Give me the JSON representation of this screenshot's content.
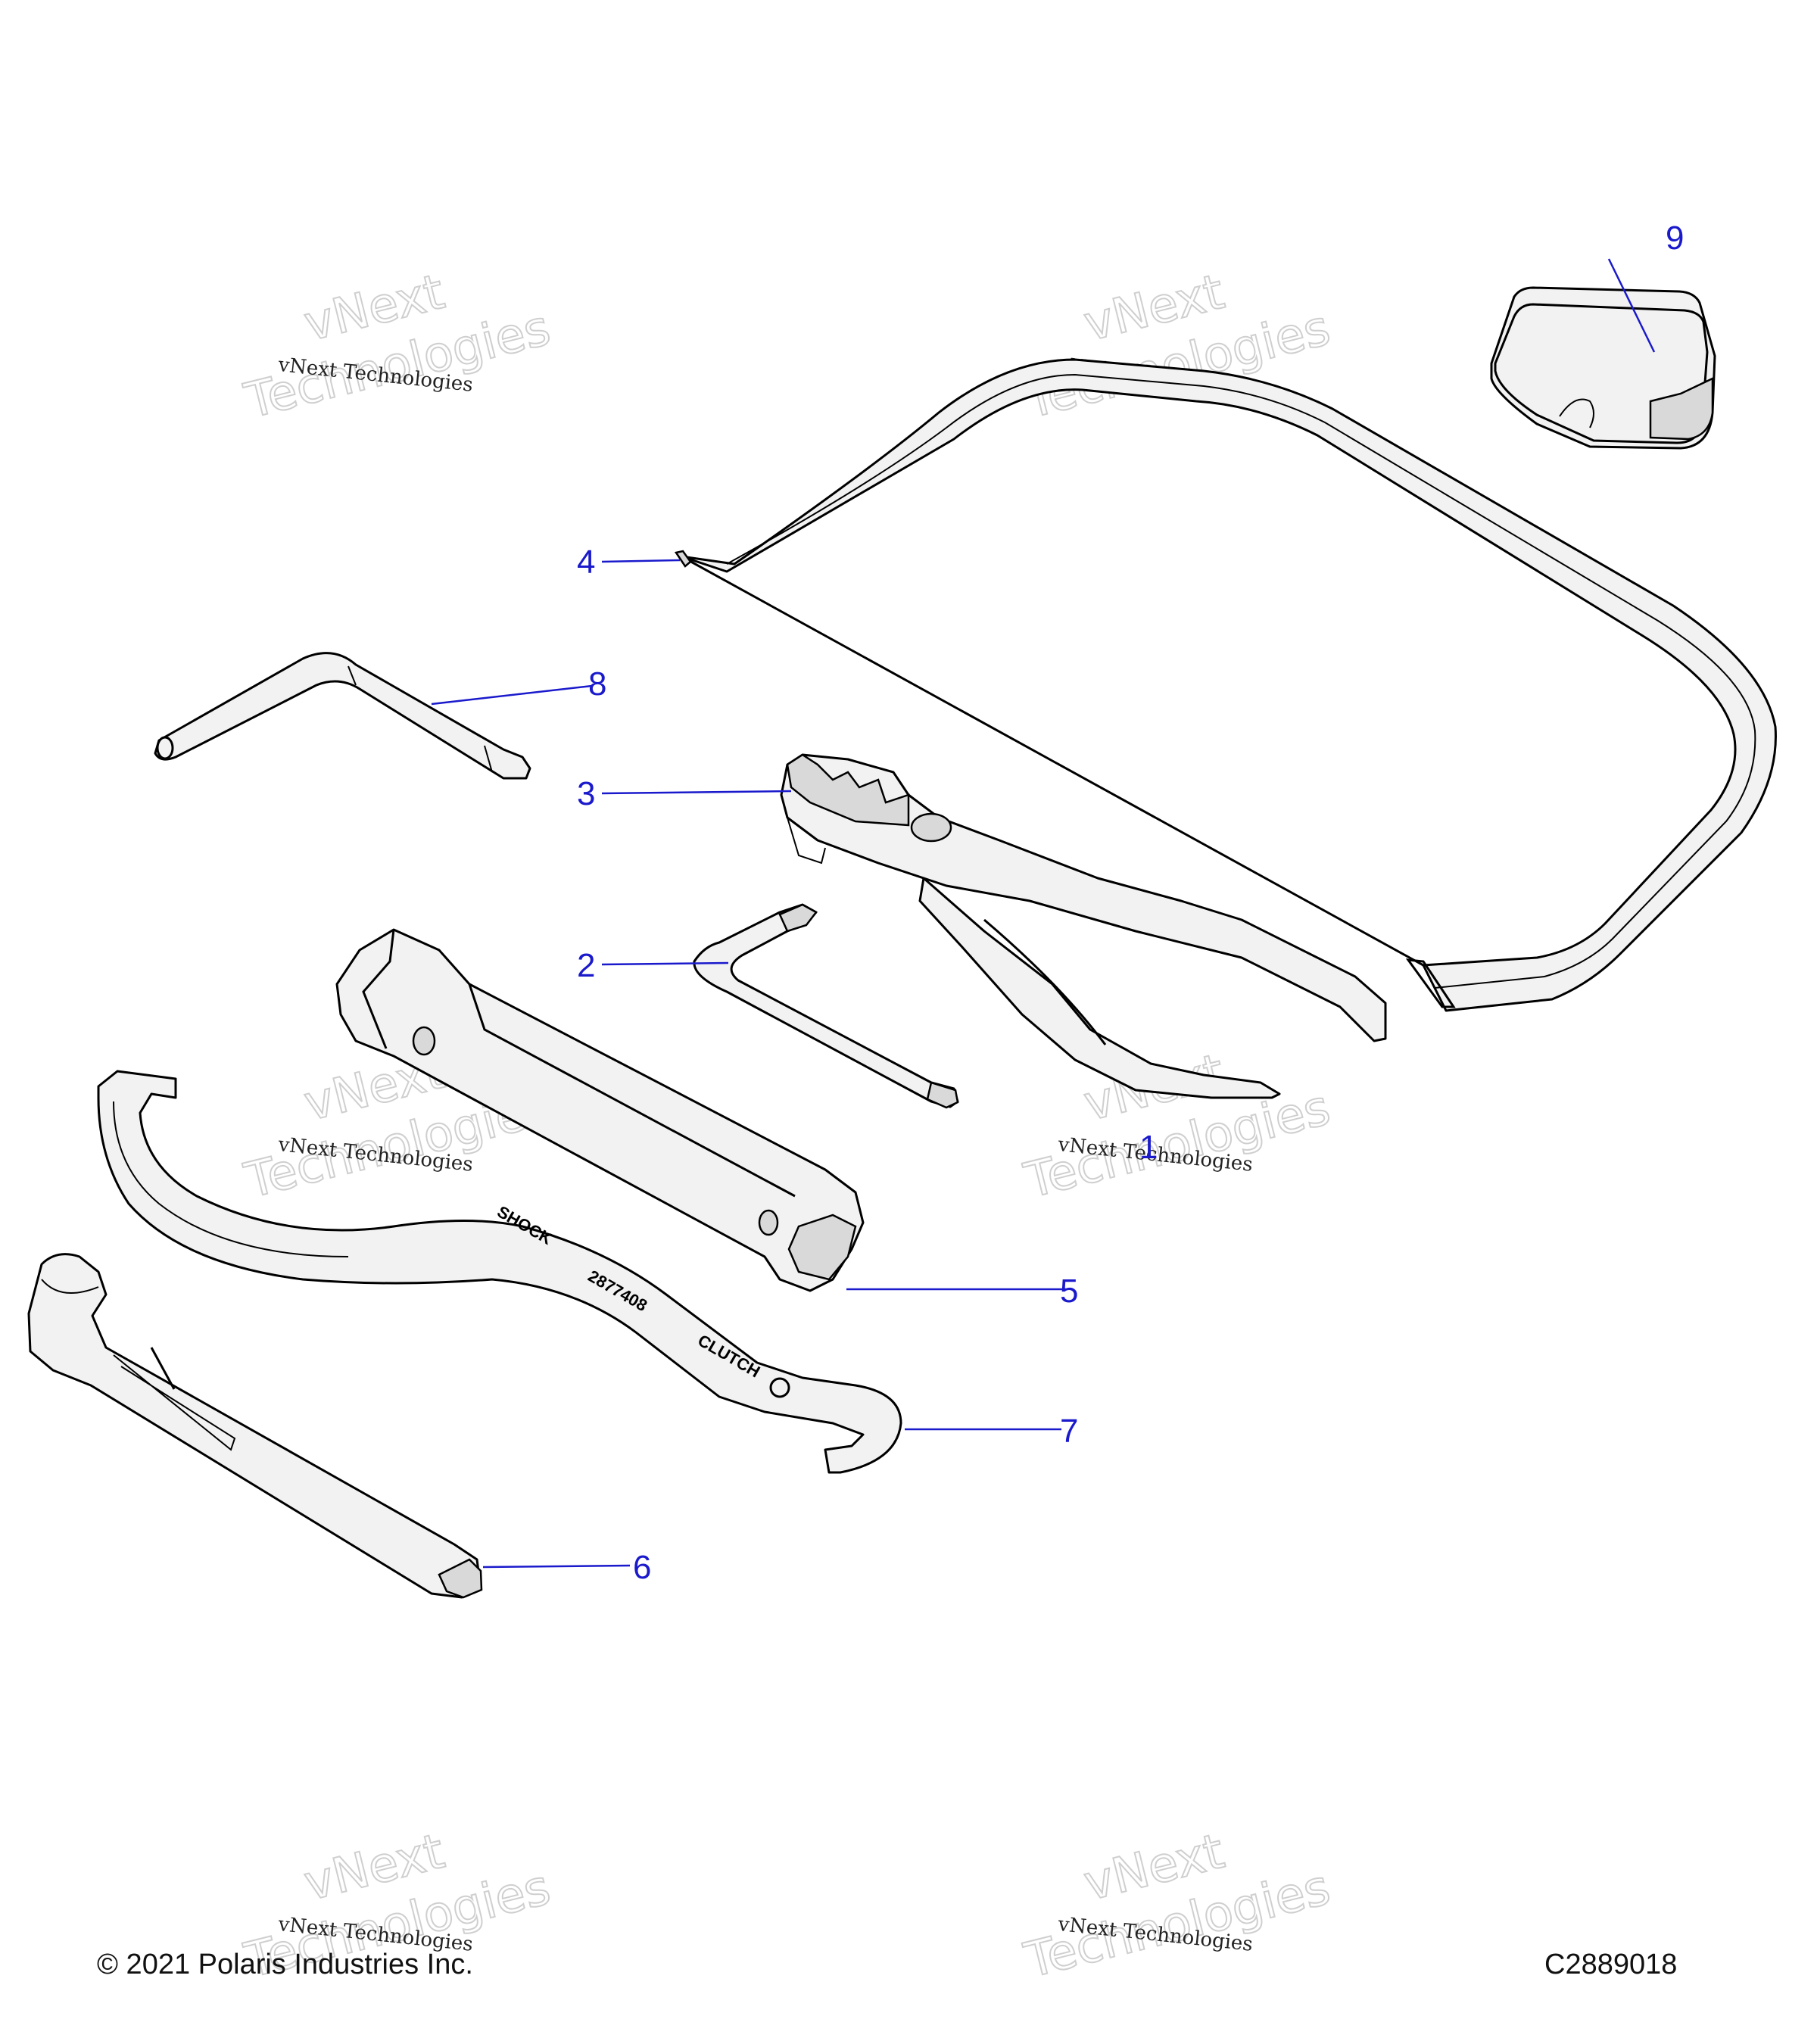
{
  "callouts": [
    {
      "id": "1",
      "label": "1"
    },
    {
      "id": "2",
      "label": "2"
    },
    {
      "id": "3",
      "label": "3"
    },
    {
      "id": "4",
      "label": "4"
    },
    {
      "id": "5",
      "label": "5"
    },
    {
      "id": "6",
      "label": "6"
    },
    {
      "id": "7",
      "label": "7"
    },
    {
      "id": "8",
      "label": "8"
    },
    {
      "id": "9",
      "label": "9"
    }
  ],
  "wrench_markings": {
    "shock": "SHOCK",
    "part_number": "2877408",
    "clutch": "CLUTCH"
  },
  "watermark": {
    "line1": "vNext",
    "line2": "Technologies",
    "small": "vNext Technologies"
  },
  "footer": {
    "copyright": "© 2021 Polaris Industries Inc.",
    "drawing_id": "C2889018"
  },
  "colors": {
    "callout": "#1a1acc",
    "part_fill": "#f2f2f2",
    "outline": "#000000",
    "shade": "#d9d9d9"
  }
}
